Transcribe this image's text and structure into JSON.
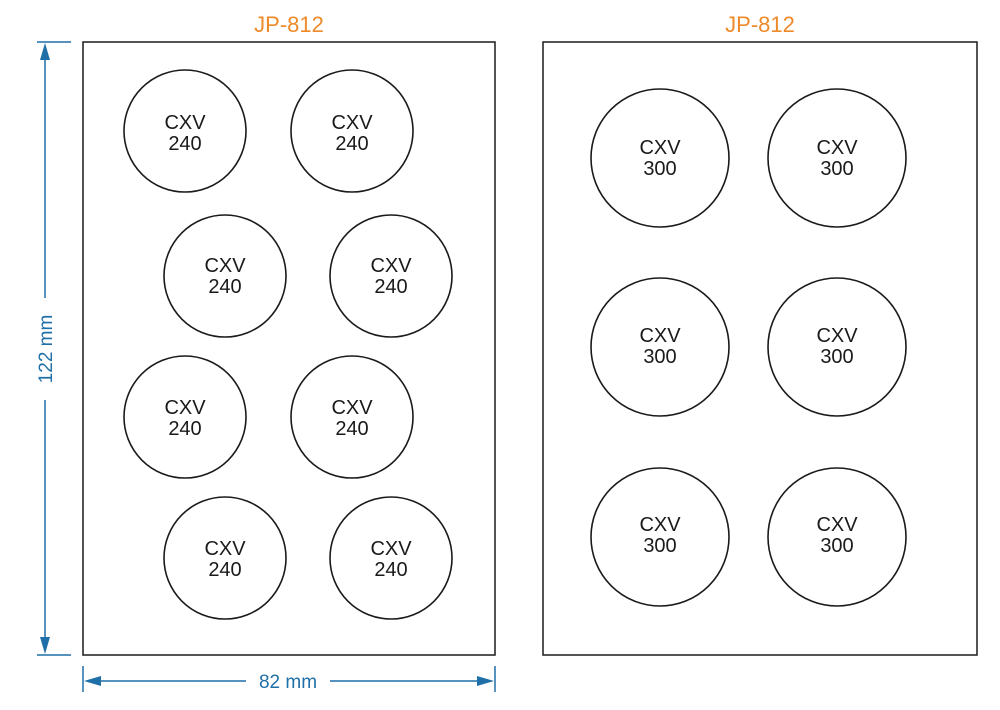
{
  "trays": [
    {
      "title": "JP-812",
      "slots": [
        {
          "line1": "CXV",
          "line2": "240"
        },
        {
          "line1": "CXV",
          "line2": "240"
        },
        {
          "line1": "CXV",
          "line2": "240"
        },
        {
          "line1": "CXV",
          "line2": "240"
        },
        {
          "line1": "CXV",
          "line2": "240"
        },
        {
          "line1": "CXV",
          "line2": "240"
        },
        {
          "line1": "CXV",
          "line2": "240"
        },
        {
          "line1": "CXV",
          "line2": "240"
        }
      ]
    },
    {
      "title": "JP-812",
      "slots": [
        {
          "line1": "CXV",
          "line2": "300"
        },
        {
          "line1": "CXV",
          "line2": "300"
        },
        {
          "line1": "CXV",
          "line2": "300"
        },
        {
          "line1": "CXV",
          "line2": "300"
        },
        {
          "line1": "CXV",
          "line2": "300"
        },
        {
          "line1": "CXV",
          "line2": "300"
        }
      ]
    }
  ],
  "dimensions": {
    "height_label": "122 mm",
    "width_label": "82 mm"
  },
  "colors": {
    "title": "#ee8a2a",
    "dimension": "#1f6fa8",
    "outline": "#1a1a1a"
  }
}
